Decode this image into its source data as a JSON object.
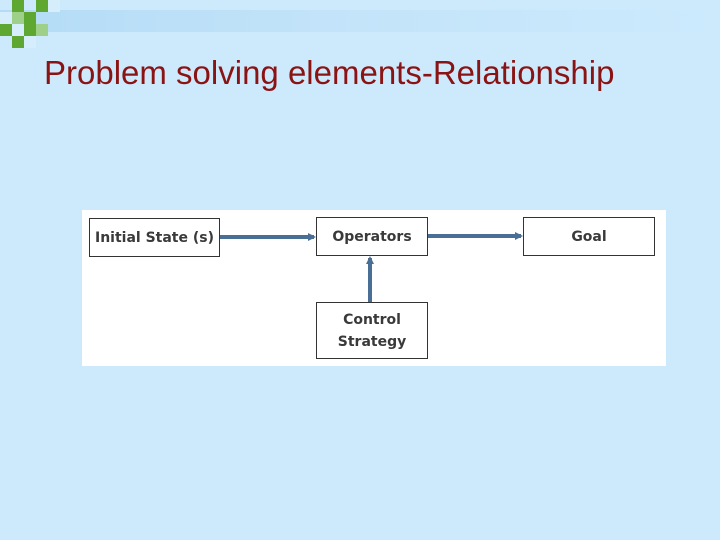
{
  "slide": {
    "title": "Problem solving elements-Relationship"
  },
  "diagram": {
    "nodes": {
      "initial_state": "Initial State (s)",
      "operators": "Operators",
      "goal": "Goal",
      "control_strategy": "Control\nStrategy"
    },
    "edges": [
      {
        "from": "initial_state",
        "to": "operators"
      },
      {
        "from": "operators",
        "to": "goal"
      },
      {
        "from": "control_strategy",
        "to": "operators"
      }
    ],
    "colors": {
      "arrow": "#4a6f96",
      "title": "#8a1414",
      "background": "#cdeafd",
      "accent_green": "#5ea832"
    }
  }
}
